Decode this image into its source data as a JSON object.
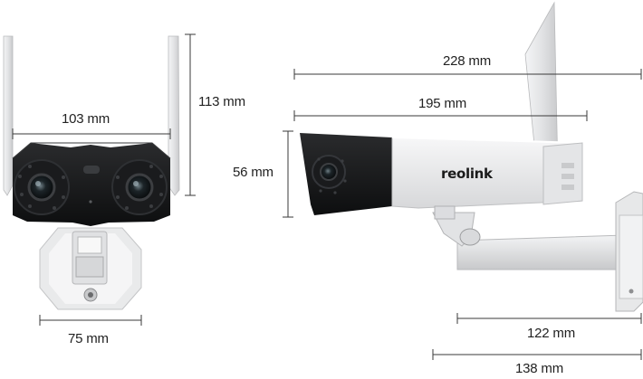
{
  "brand": {
    "logo_text": "reolink"
  },
  "dimensions": {
    "front_width": "103 mm",
    "front_height": "113 mm",
    "mount_width": "75 mm",
    "side_length_total": "228 mm",
    "side_length_body": "195 mm",
    "side_height": "56 mm",
    "bracket_length": "122 mm",
    "bracket_total": "138 mm"
  },
  "colors": {
    "background": "#ffffff",
    "camera_body_black": "#151617",
    "camera_body_white": "#eeeff0",
    "antenna_grey": "#e3e4e6",
    "dimension_line": "#3a3a3a",
    "lens_ring": "#2a2c2f"
  }
}
